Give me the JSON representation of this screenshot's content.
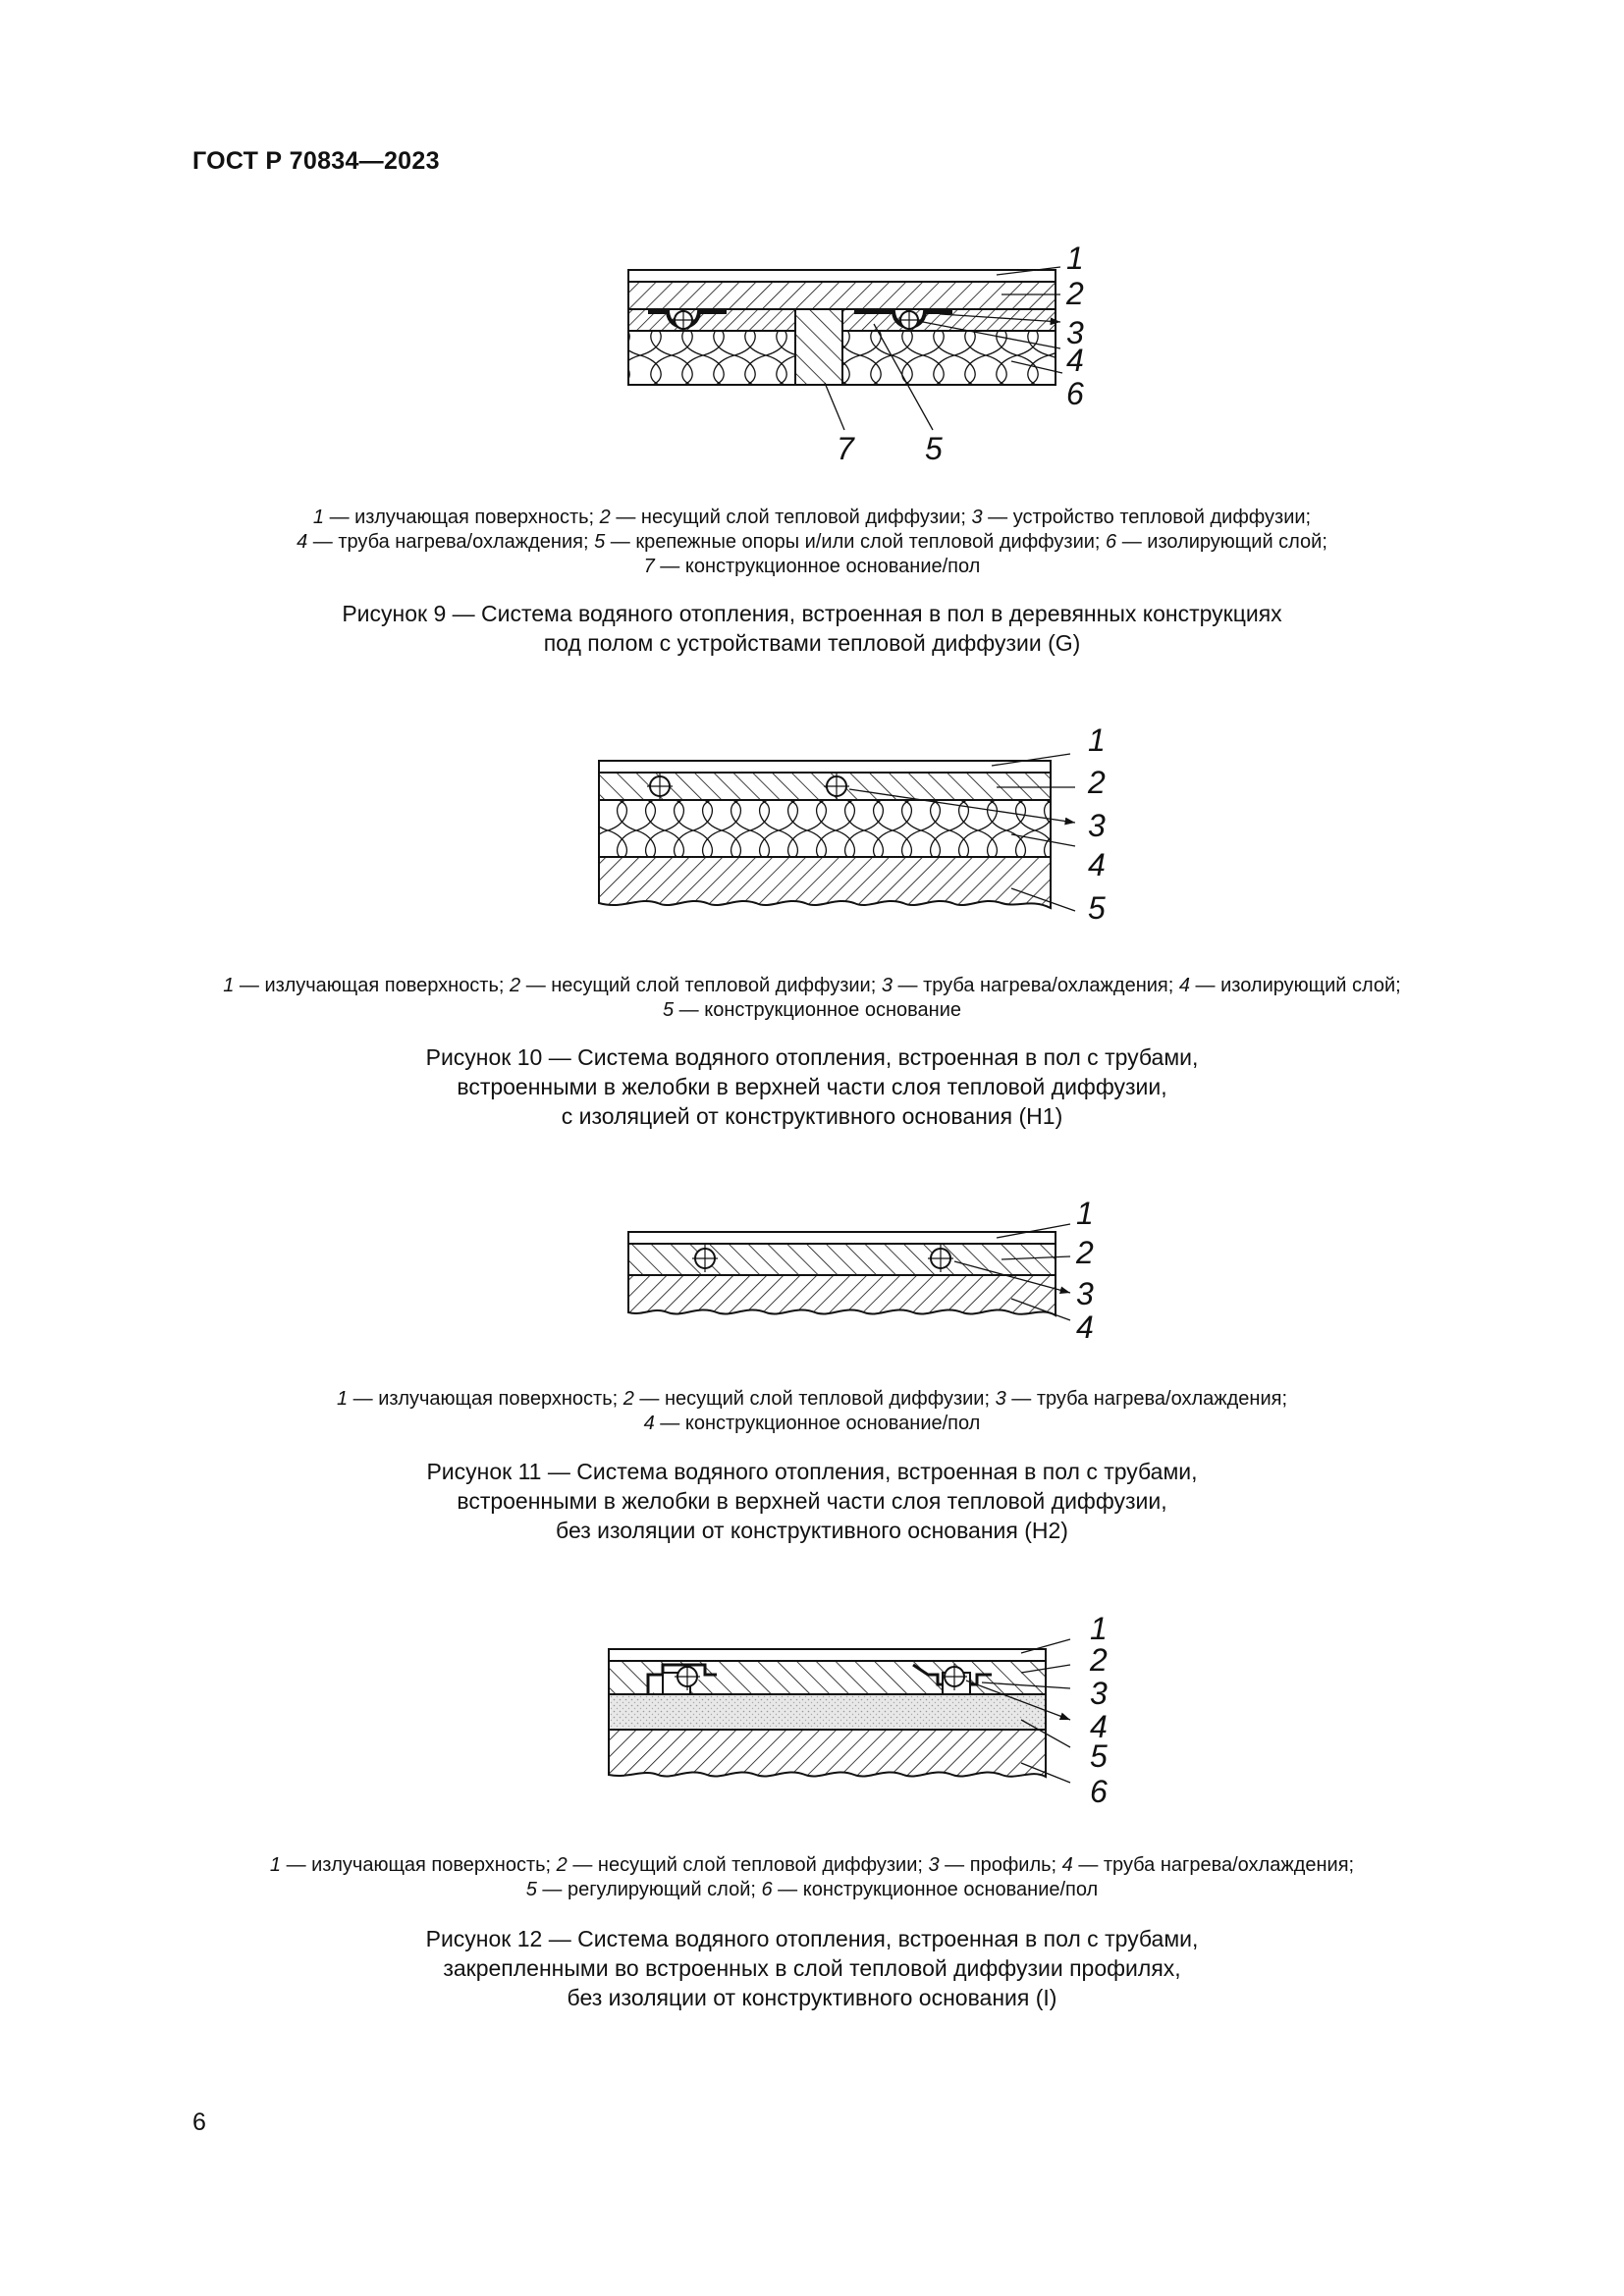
{
  "header": {
    "doc_id": "ГОСТ Р 70834—2023"
  },
  "page_number": "6",
  "figures": [
    {
      "labels": [
        "1",
        "2",
        "3",
        "4",
        "6",
        "7",
        "5"
      ],
      "legend": [
        [
          {
            "n": "1",
            "t": " — излучающая поверхность; "
          },
          {
            "n": "2",
            "t": " — несущий слой тепловой диффузии; "
          },
          {
            "n": "3",
            "t": " — устройство тепловой диффузии;"
          }
        ],
        [
          {
            "n": "4",
            "t": " — труба нагрева/охлаждения; "
          },
          {
            "n": "5",
            "t": " — крепежные опоры и/или слой тепловой диффузии; "
          },
          {
            "n": "6",
            "t": " — изолирующий слой;"
          }
        ],
        [
          {
            "n": "7",
            "t": " — конструкционное основание/пол"
          }
        ]
      ],
      "caption": [
        "Рисунок 9 — Система водяного отопления, встроенная в пол в деревянных конструкциях",
        "под полом с устройствами тепловой диффузии (G)"
      ]
    },
    {
      "labels": [
        "1",
        "2",
        "3",
        "4",
        "5"
      ],
      "legend": [
        [
          {
            "n": "1",
            "t": " — излучающая поверхность; "
          },
          {
            "n": "2",
            "t": " — несущий слой тепловой диффузии; "
          },
          {
            "n": "3",
            "t": " — труба нагрева/охлаждения; "
          },
          {
            "n": "4",
            "t": " — изолирующий слой;"
          }
        ],
        [
          {
            "n": "5",
            "t": " — конструкционное основание"
          }
        ]
      ],
      "caption": [
        "Рисунок 10 — Система водяного отопления, встроенная в пол с трубами,",
        "встроенными в желобки в верхней части слоя тепловой диффузии,",
        "с изоляцией от конструктивного основания (H1)"
      ]
    },
    {
      "labels": [
        "1",
        "2",
        "3",
        "4"
      ],
      "legend": [
        [
          {
            "n": "1",
            "t": " — излучающая поверхность; "
          },
          {
            "n": "2",
            "t": " — несущий слой тепловой диффузии; "
          },
          {
            "n": "3",
            "t": " — труба нагрева/охлаждения;"
          }
        ],
        [
          {
            "n": "4",
            "t": " — конструкционное основание/пол"
          }
        ]
      ],
      "caption": [
        "Рисунок 11 — Система водяного отопления, встроенная в пол с трубами,",
        "встроенными в желобки в верхней части слоя тепловой диффузии,",
        "без изоляции от конструктивного основания (H2)"
      ]
    },
    {
      "labels": [
        "1",
        "2",
        "3",
        "4",
        "5",
        "6"
      ],
      "legend": [
        [
          {
            "n": "1",
            "t": " — излучающая поверхность; "
          },
          {
            "n": "2",
            "t": " — несущий слой тепловой диффузии; "
          },
          {
            "n": "3",
            "t": " — профиль; "
          },
          {
            "n": "4",
            "t": " — труба нагрева/охлаждения;"
          }
        ],
        [
          {
            "n": "5",
            "t": " — регулирующий слой; "
          },
          {
            "n": "6",
            "t": " — конструкционное основание/пол"
          }
        ]
      ],
      "caption": [
        "Рисунок 12 — Система водяного отопления, встроенная в пол с трубами,",
        "закрепленными во встроенных в слой тепловой диффузии профилях,",
        "без изоляции от конструктивного основания (I)"
      ]
    }
  ]
}
